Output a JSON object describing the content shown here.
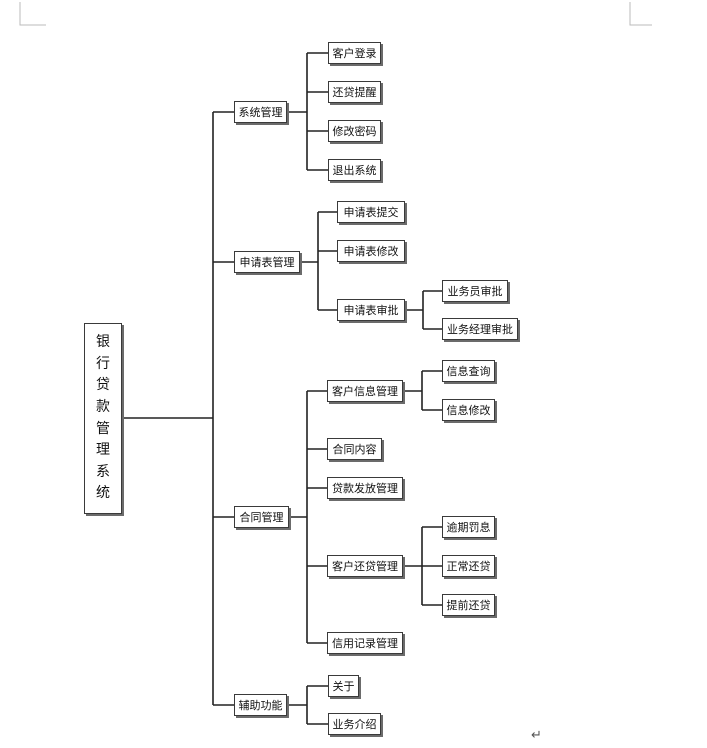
{
  "root": {
    "label": "银行贷款管理系统"
  },
  "modules": {
    "system": {
      "label": "系统管理",
      "items": [
        "客户登录",
        "还贷提醒",
        "修改密码",
        "退出系统"
      ]
    },
    "application": {
      "label": "申请表管理",
      "items": [
        "申请表提交",
        "申请表修改",
        "申请表审批"
      ],
      "approval": [
        "业务员审批",
        "业务经理审批"
      ]
    },
    "contract": {
      "label": "合同管理",
      "items": [
        "客户信息管理",
        "合同内容",
        "贷款发放管理",
        "客户还贷管理",
        "信用记录管理"
      ],
      "customer_info": [
        "信息查询",
        "信息修改"
      ],
      "repayment": [
        "逾期罚息",
        "正常还贷",
        "提前还贷"
      ]
    },
    "auxiliary": {
      "label": "辅助功能",
      "items": [
        "关于",
        "业务介绍"
      ]
    }
  },
  "paragraph_mark": "↵"
}
